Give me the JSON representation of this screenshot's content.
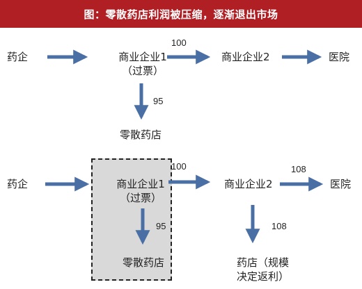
{
  "title": "图：零散药店利润被压缩，逐渐退出市场",
  "colors": {
    "title_bg": "#b01f24",
    "arrow": "#4a6fa5",
    "box_bg": "#d9d9d9"
  },
  "top_flow": {
    "pharma": "药企",
    "distributor1_line1": "商业企业1",
    "distributor1_line2": "（过票）",
    "distributor2": "商业企业2",
    "hospital": "医院",
    "retail": "零散药店",
    "value_d1_d2": "100",
    "value_d1_retail": "95"
  },
  "bottom_flow": {
    "pharma": "药企",
    "distributor1_line1": "商业企业1",
    "distributor1_line2": "（过票）",
    "distributor2": "商业企业2",
    "hospital": "医院",
    "retail": "零散药店",
    "chain_line1": "药店（规模",
    "chain_line2": "决定返利）",
    "value_d1_d2": "100",
    "value_d1_retail": "95",
    "value_d2_hospital": "108",
    "value_d2_chain": "108"
  }
}
